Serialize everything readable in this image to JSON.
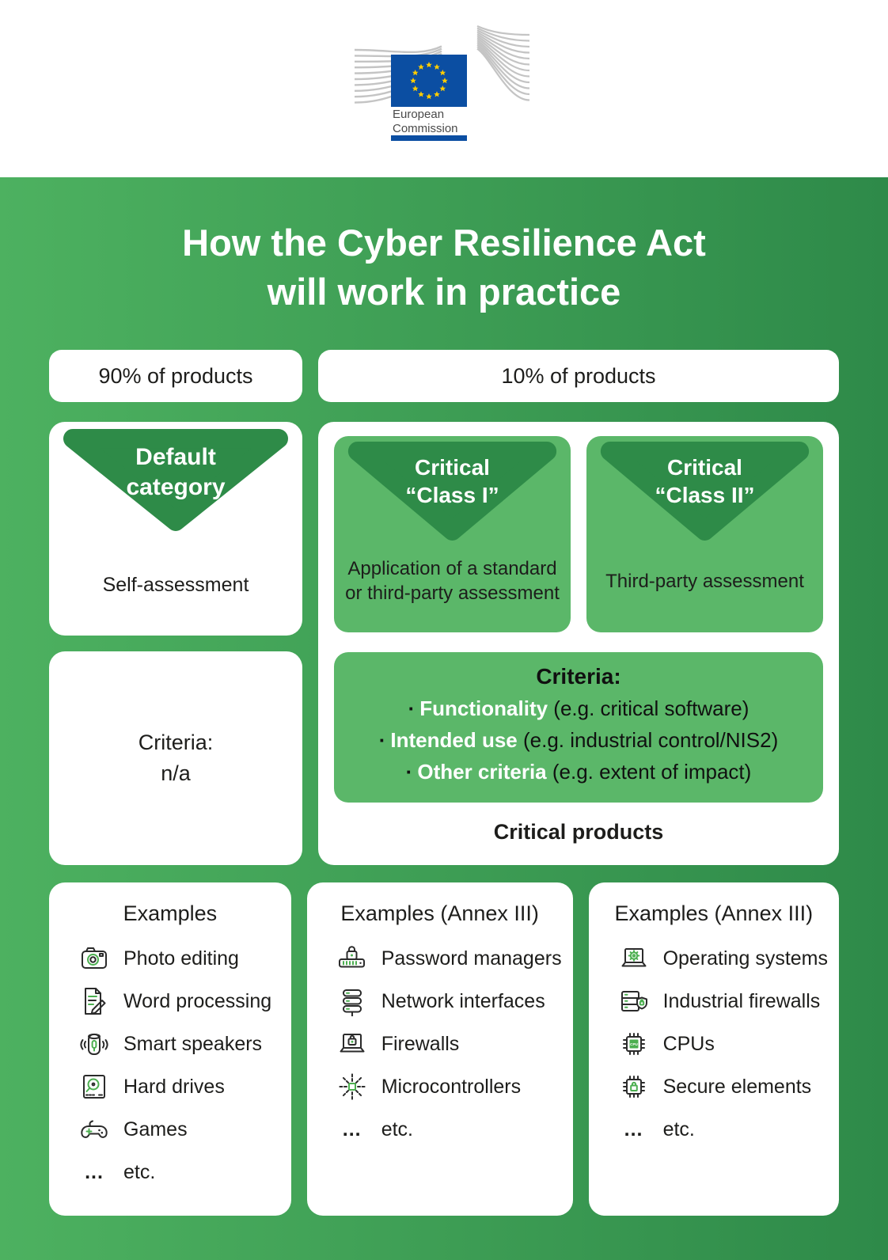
{
  "logo": {
    "name_line1": "European",
    "name_line2": "Commission"
  },
  "title": {
    "line1": "How the Cyber Resilience Act",
    "line2": "will work in practice"
  },
  "pills": {
    "left": "90% of products",
    "right": "10% of products"
  },
  "categories": {
    "default": {
      "pennant_line1": "Default",
      "pennant_line2": "category",
      "body": "Self-assessment"
    },
    "class1": {
      "pennant_line1": "Critical",
      "pennant_line2": "“Class I”",
      "body": "Application of a standard or third-party assessment"
    },
    "class2": {
      "pennant_line1": "Critical",
      "pennant_line2": "“Class II”",
      "body": "Third-party assessment"
    }
  },
  "criteria_na": {
    "line1": "Criteria:",
    "line2": "n/a"
  },
  "criteria_box": {
    "title": "Criteria:",
    "bullet": "·",
    "items": [
      {
        "keyword": "Functionality",
        "rest": "(e.g. critical software)"
      },
      {
        "keyword": "Intended use",
        "rest": "(e.g. industrial control/NIS2)"
      },
      {
        "keyword": "Other criteria",
        "rest": "(e.g. extent of impact)"
      }
    ]
  },
  "critical_products_label": "Critical products",
  "examples": {
    "ellipsis_glyph": "...",
    "cpu_icon_text": "CPU",
    "columns": [
      {
        "title": "Examples",
        "items": [
          {
            "icon": "camera-icon",
            "label": "Photo editing"
          },
          {
            "icon": "document-pencil-icon",
            "label": "Word processing"
          },
          {
            "icon": "smart-speaker-icon",
            "label": "Smart speakers"
          },
          {
            "icon": "hard-drive-icon",
            "label": "Hard drives"
          },
          {
            "icon": "gamepad-icon",
            "label": "Games"
          },
          {
            "icon": "ellipsis-icon",
            "label": "etc."
          }
        ]
      },
      {
        "title": "Examples (Annex III)",
        "items": [
          {
            "icon": "password-lock-icon",
            "label": "Password managers"
          },
          {
            "icon": "server-stack-icon",
            "label": "Network interfaces"
          },
          {
            "icon": "laptop-shield-icon",
            "label": "Firewalls"
          },
          {
            "icon": "microchip-burst-icon",
            "label": "Microcontrollers"
          },
          {
            "icon": "ellipsis-icon",
            "label": "etc."
          }
        ]
      },
      {
        "title": "Examples (Annex III)",
        "items": [
          {
            "icon": "laptop-gear-icon",
            "label": "Operating systems"
          },
          {
            "icon": "server-shield-icon",
            "label": "Industrial firewalls"
          },
          {
            "icon": "cpu-chip-icon",
            "label": "CPUs"
          },
          {
            "icon": "chip-lock-icon",
            "label": "Secure elements"
          },
          {
            "icon": "ellipsis-icon",
            "label": "etc."
          }
        ]
      }
    ]
  },
  "colors": {
    "bg_gradient_start": "#4db160",
    "bg_gradient_end": "#2e8a49",
    "dark_green": "#2e8b48",
    "medium_green": "#5bb769",
    "eu_blue": "#0b4ea2",
    "star_yellow": "#ffcc00",
    "icon_accent_green": "#4caf50",
    "text_dark": "#1d1d1b"
  }
}
